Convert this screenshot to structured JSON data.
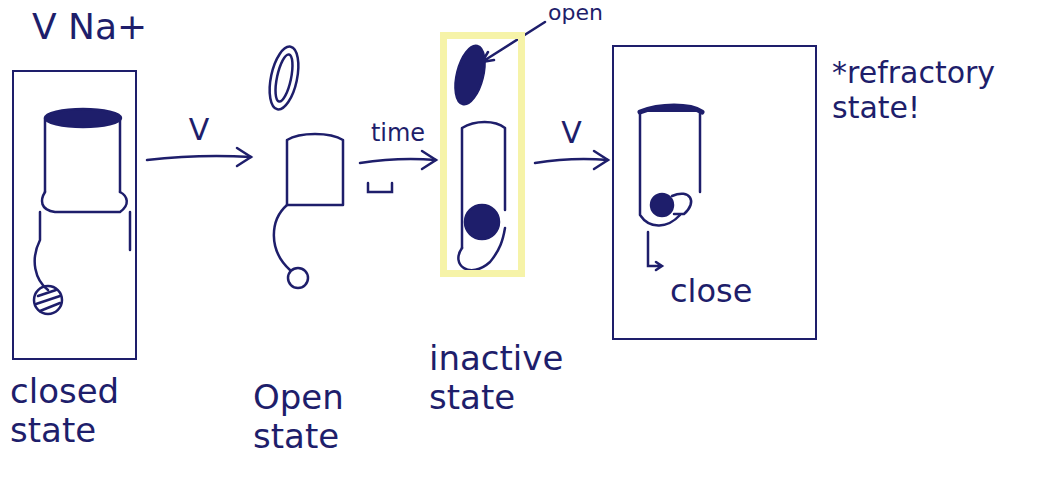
{
  "diagram": {
    "nodes": [
      {
        "text": [
          "V Na+",
          "closed state"
        ]
      },
      {
        "text": [
          "Open state"
        ]
      },
      {
        "text": [
          "inactive state"
        ]
      },
      {
        "text": [
          "close"
        ]
      }
    ],
    "edges": [
      {
        "from": 0,
        "to": 1,
        "label": "V",
        "arrow": "to"
      },
      {
        "from": 1,
        "to": 2,
        "label": "time",
        "arrow": "to"
      },
      {
        "from": 2,
        "to": 3,
        "label": "V",
        "arrow": "to"
      }
    ],
    "labels": [
      "open",
      "*refractory state!"
    ]
  }
}
